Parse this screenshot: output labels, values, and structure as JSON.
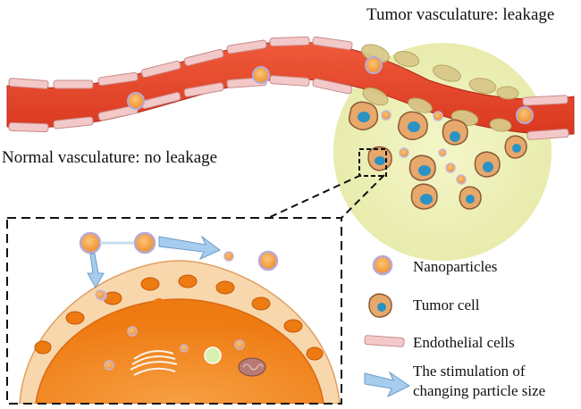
{
  "labels": {
    "tumor_vasculature": "Tumor vasculature: leakage",
    "normal_vasculature": "Normal vasculature: no leakage"
  },
  "legend": {
    "nanoparticles": "Nanoparticles",
    "tumor_cell": "Tumor cell",
    "endothelial_cells": "Endothelial cells",
    "stimulation_line1": "The stimulation of",
    "stimulation_line2": "changing particle size"
  },
  "colors": {
    "vessel": "#e8462a",
    "vessel_dark": "#c9321b",
    "endothelial": "#f2c4c4",
    "tumor_region": "#eef0b8",
    "nanoparticle": "#f2a64a",
    "nanoparticle_ring": "#b7a8d8",
    "tumor_cell": "#e6a66a",
    "tumor_nucleus": "#2a8fc0",
    "cell_orange": "#f07a10",
    "cell_membrane": "#f8d6a8",
    "arrow": "#9ec6ea"
  }
}
